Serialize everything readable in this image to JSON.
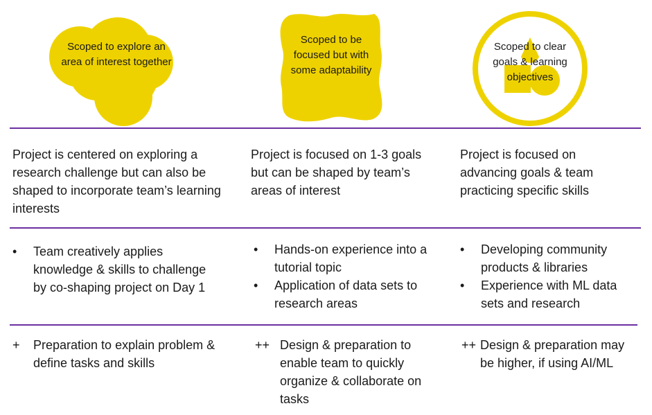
{
  "colors": {
    "accent": "#eed200",
    "divider": "#6b2fa0",
    "text": "#1a1a1a"
  },
  "shapes": [
    {
      "icon": "cloud-blob-icon",
      "label": "Scoped to explore an area of interest together"
    },
    {
      "icon": "wavy-blob-icon",
      "label": "Scoped to be focused but with some adaptability"
    },
    {
      "icon": "circle-shapes-icon",
      "label": "Scoped to clear goals & learning objectives"
    }
  ],
  "descriptions": [
    "Project is centered on exploring a research challenge but can also be shaped to incorporate team’s learning interests",
    "Project is focused on 1-3 goals but can be shaped by team’s areas of interest",
    "Project is focused on advancing goals & team practicing specific skills"
  ],
  "benefits": [
    [
      "Team creatively applies knowledge & skills to challenge by co-shaping project on Day 1"
    ],
    [
      "Hands-on experience into a tutorial topic",
      "Application of data sets to research areas"
    ],
    [
      "Developing community products & libraries",
      "Experience with ML data sets and research"
    ]
  ],
  "notes": [
    {
      "marker": "+",
      "text": "Preparation to explain problem & define tasks and skills"
    },
    {
      "marker": "++",
      "text": "Design & preparation to enable team to quickly organize & collaborate on tasks"
    },
    {
      "marker": "++",
      "text": "Design & preparation may be higher, if using AI/ML"
    }
  ]
}
